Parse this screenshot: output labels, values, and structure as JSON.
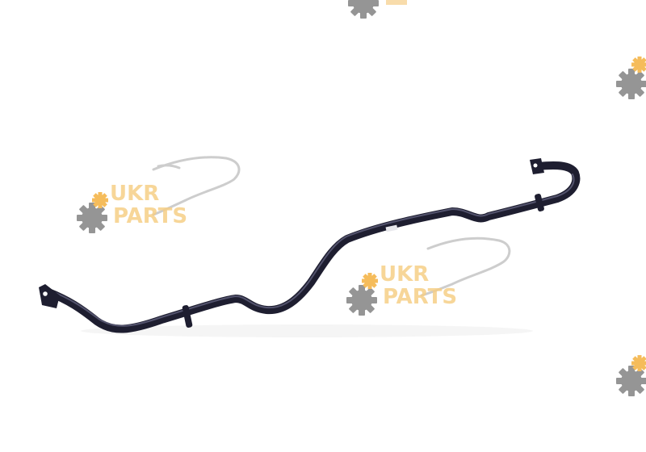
{
  "watermark": {
    "line1": "UKR",
    "line2": "PARTS",
    "color_text": "#f5c97a",
    "color_gear_grey": "#8a8a8a",
    "color_gear_orange": "#f5b54a",
    "color_car_outline": "#c8c8c8"
  },
  "product": {
    "name_icon": "stabilizer-bar",
    "color_body": "#1e1e30",
    "color_highlight": "#6a6a88"
  }
}
